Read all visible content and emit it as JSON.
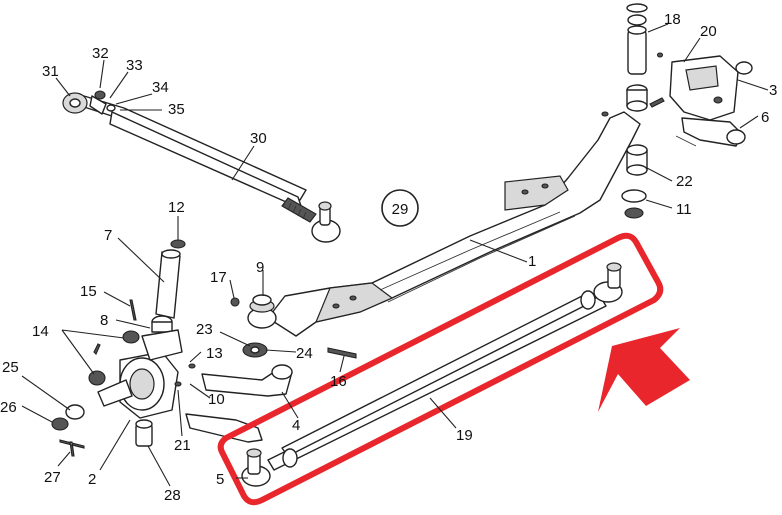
{
  "diagram": {
    "assembly_number": "29",
    "callouts": [
      "1",
      "2",
      "3",
      "4",
      "5",
      "6",
      "7",
      "8",
      "9",
      "10",
      "11",
      "12",
      "13",
      "14",
      "15",
      "16",
      "17",
      "18",
      "19",
      "20",
      "21",
      "22",
      "23",
      "24",
      "25",
      "26",
      "27",
      "28",
      "30",
      "31",
      "32",
      "33",
      "34",
      "35"
    ],
    "highlight": {
      "color": "#e8262c",
      "target_callout": "19"
    },
    "colors": {
      "line": "#222222",
      "fill": "#ffffff",
      "shade": "#d9d9d9",
      "highlight": "#e8262c"
    }
  }
}
